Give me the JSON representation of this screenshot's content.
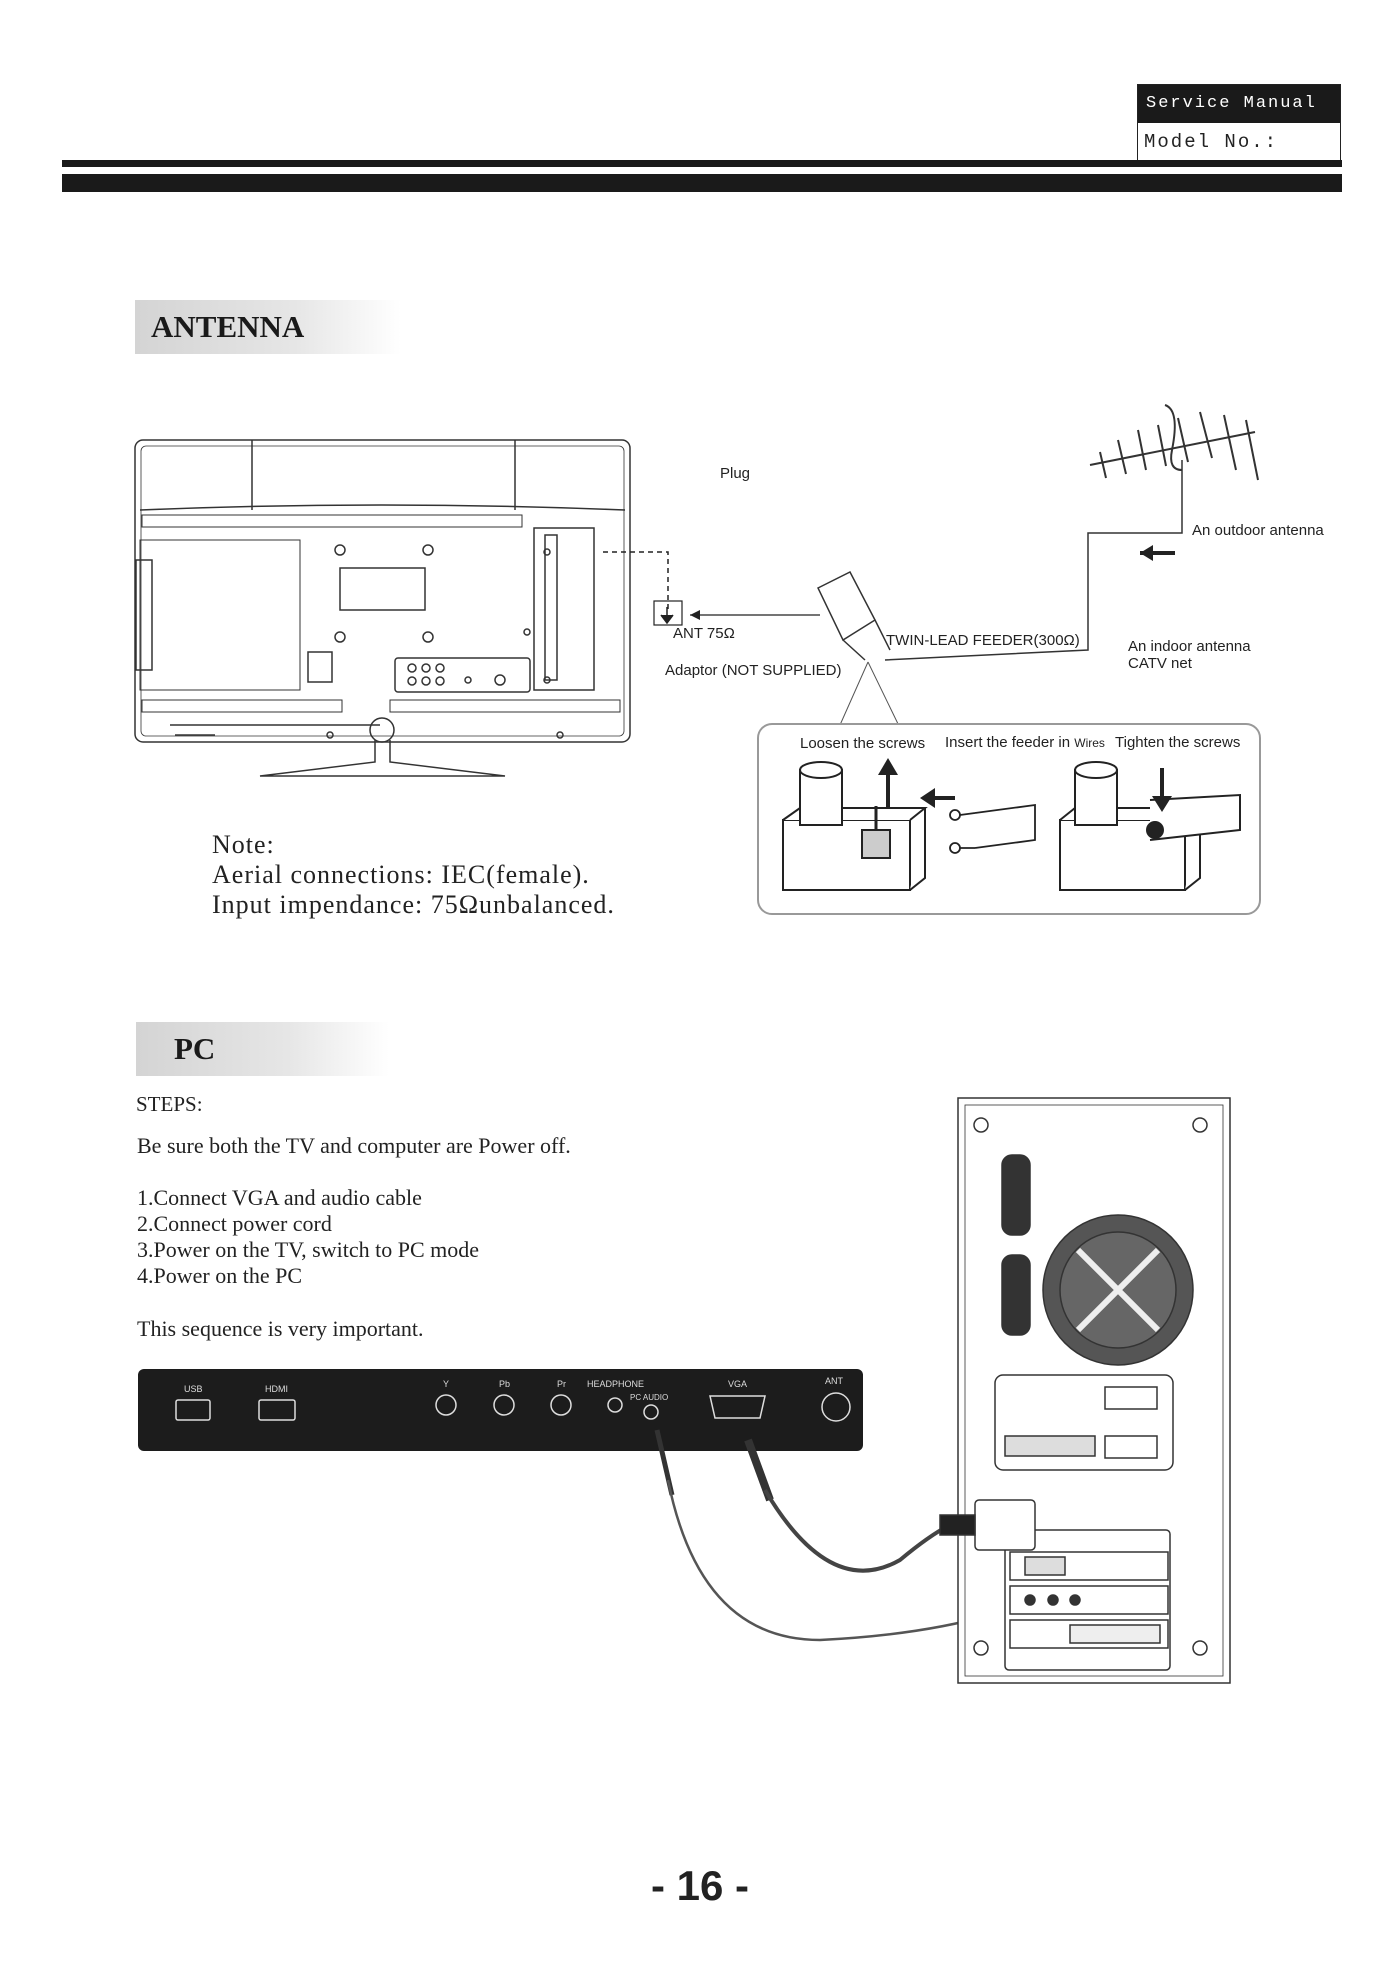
{
  "header": {
    "service_manual": "Service Manual",
    "model_no": "Model No.:"
  },
  "antenna": {
    "title": "ANTENNA",
    "labels": {
      "plug": "Plug",
      "outdoor_antenna": "An outdoor antenna",
      "ant_75": "ANT 75Ω",
      "adaptor": "Adaptor  (NOT SUPPLIED)",
      "twin_lead": "TWIN-LEAD FEEDER(300Ω)",
      "indoor_antenna": "An indoor antenna",
      "catv_net": "CATV net",
      "loosen": "Loosen the screws",
      "insert_prefix": "Insert the feeder in",
      "insert_wires": "Wires",
      "tighten": "Tighten the screws"
    },
    "note": {
      "line1": "Note:",
      "line2": "Aerial connections: IEC(female).",
      "line3": "Input impendance: 75Ωunbalanced."
    }
  },
  "pc": {
    "title": "PC",
    "steps_label": "STEPS:",
    "intro": "Be sure both the TV and computer are Power off.",
    "steps": [
      "1.Connect VGA  and audio cable",
      "2.Connect power cord",
      "3.Power on the TV, switch to PC mode",
      "4.Power on the PC"
    ],
    "closing": "This sequence is very important.",
    "panel_labels": {
      "usb": "USB",
      "hdmi": "HDMI",
      "y": "Y",
      "pb": "Pb",
      "pr": "Pr",
      "headphone": "HEADPHONE",
      "pc_audio": "PC AUDIO",
      "vga": "VGA",
      "ant": "ANT"
    }
  },
  "page_number": "- 16 -"
}
